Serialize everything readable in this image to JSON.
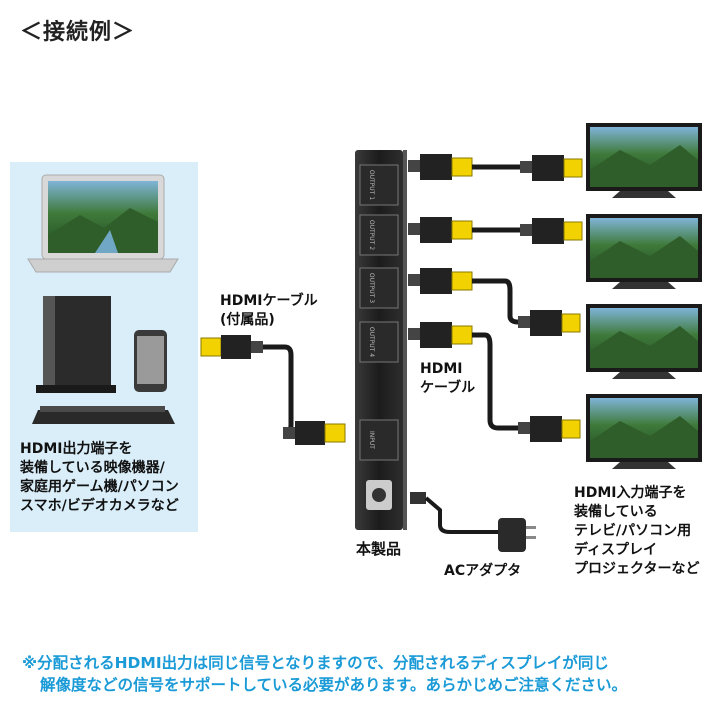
{
  "title": "＜接続例＞",
  "source_caption": [
    "HDMI出力端子を",
    "装備している映像機器/",
    "家庭用ゲーム機/パソコン",
    "スマホ/ビデオカメラなど"
  ],
  "cable_included_label": [
    "HDMIケーブル",
    "(付属品)"
  ],
  "cable_label": [
    "HDMI",
    "ケーブル"
  ],
  "product_label": "本製品",
  "ac_adapter_label": "ACアダプタ",
  "display_caption": [
    "HDMI入力端子を",
    "装備している",
    "テレビ/パソコン用",
    "ディスプレイ",
    "プロジェクターなど"
  ],
  "device_ports": [
    "OUTPUT 1",
    "OUTPUT 2",
    "OUTPUT 3",
    "OUTPUT 4",
    "INPUT"
  ],
  "notice": [
    "※分配されるHDMI出力は同じ信号となりますので、分配されるディスプレイが同じ",
    "解像度などの信号をサポートしている必要があります。あらかじめご注意ください。"
  ],
  "colors": {
    "panel": "#d9eef9",
    "connector": "#f2d200",
    "accent_text": "#1a9ad6"
  }
}
